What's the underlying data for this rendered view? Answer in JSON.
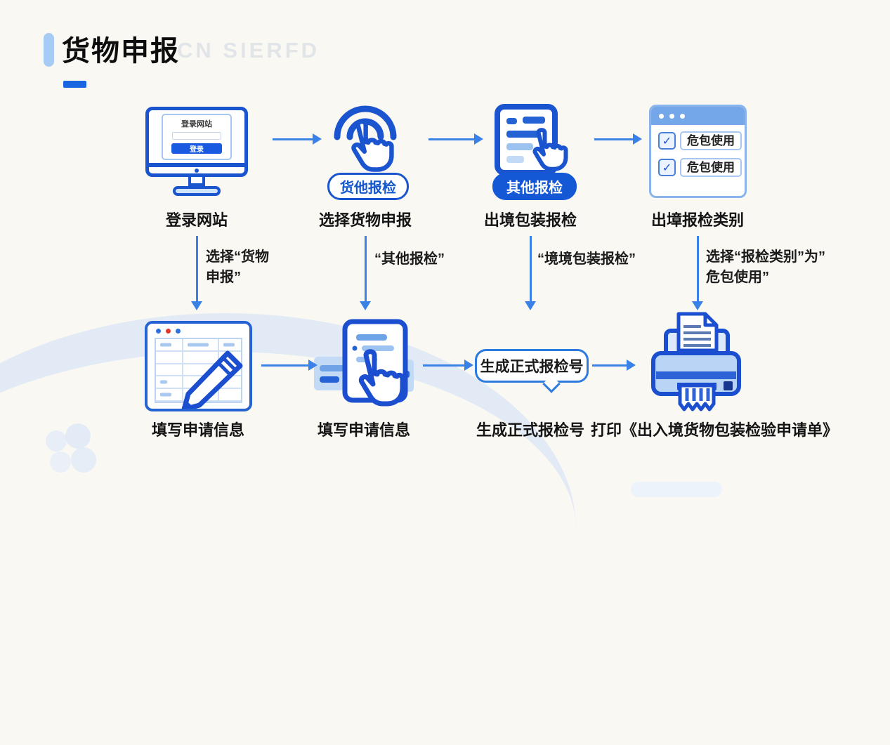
{
  "page": {
    "title": "货物申报",
    "watermark": "CN SIERFD"
  },
  "colors": {
    "accent": "#1a66e0",
    "outline_blue": "#1b54cf",
    "light_blue": "#aecdf2",
    "arrow_blue": "#3b82e8",
    "badge_filled_bg": "#1558d6",
    "red_dot": "#e03a2e"
  },
  "icons": {
    "check_glyph": "✓"
  },
  "top_steps": [
    {
      "icon": "monitor-login-icon",
      "label": "登录网站",
      "login_title": "登录网站",
      "login_button": "登录"
    },
    {
      "icon": "tap-click-icon",
      "badge": "货他报检",
      "badge_style": "outline",
      "label": "选择货物申报"
    },
    {
      "icon": "document-click-icon",
      "badge": "其他报检",
      "badge_style": "filled",
      "label": "出境包装报检"
    },
    {
      "icon": "checklist-window-icon",
      "checkbox_items": [
        "危包使用",
        "危包使用"
      ],
      "label": "出墇报检类别"
    }
  ],
  "arrow_notes": [
    {
      "line1": "选择“货物",
      "line2": "申报”"
    },
    {
      "line1": "“其他报检”",
      "line2": ""
    },
    {
      "line1": "“境境包装报检”",
      "line2": ""
    },
    {
      "line1": "选择“报检类别”为”",
      "line2": "危包使用”"
    }
  ],
  "bottom_steps": [
    {
      "icon": "form-edit-icon",
      "label": "填写申请信息"
    },
    {
      "icon": "submit-hand-icon",
      "label": "填写申请信息"
    },
    {
      "icon": "speech-bubble-icon",
      "bubble_text": "生成正式报检号",
      "label": "生成正式报检号"
    },
    {
      "icon": "printer-icon",
      "label": "打印《出入境货物包装检验申请单》"
    }
  ]
}
